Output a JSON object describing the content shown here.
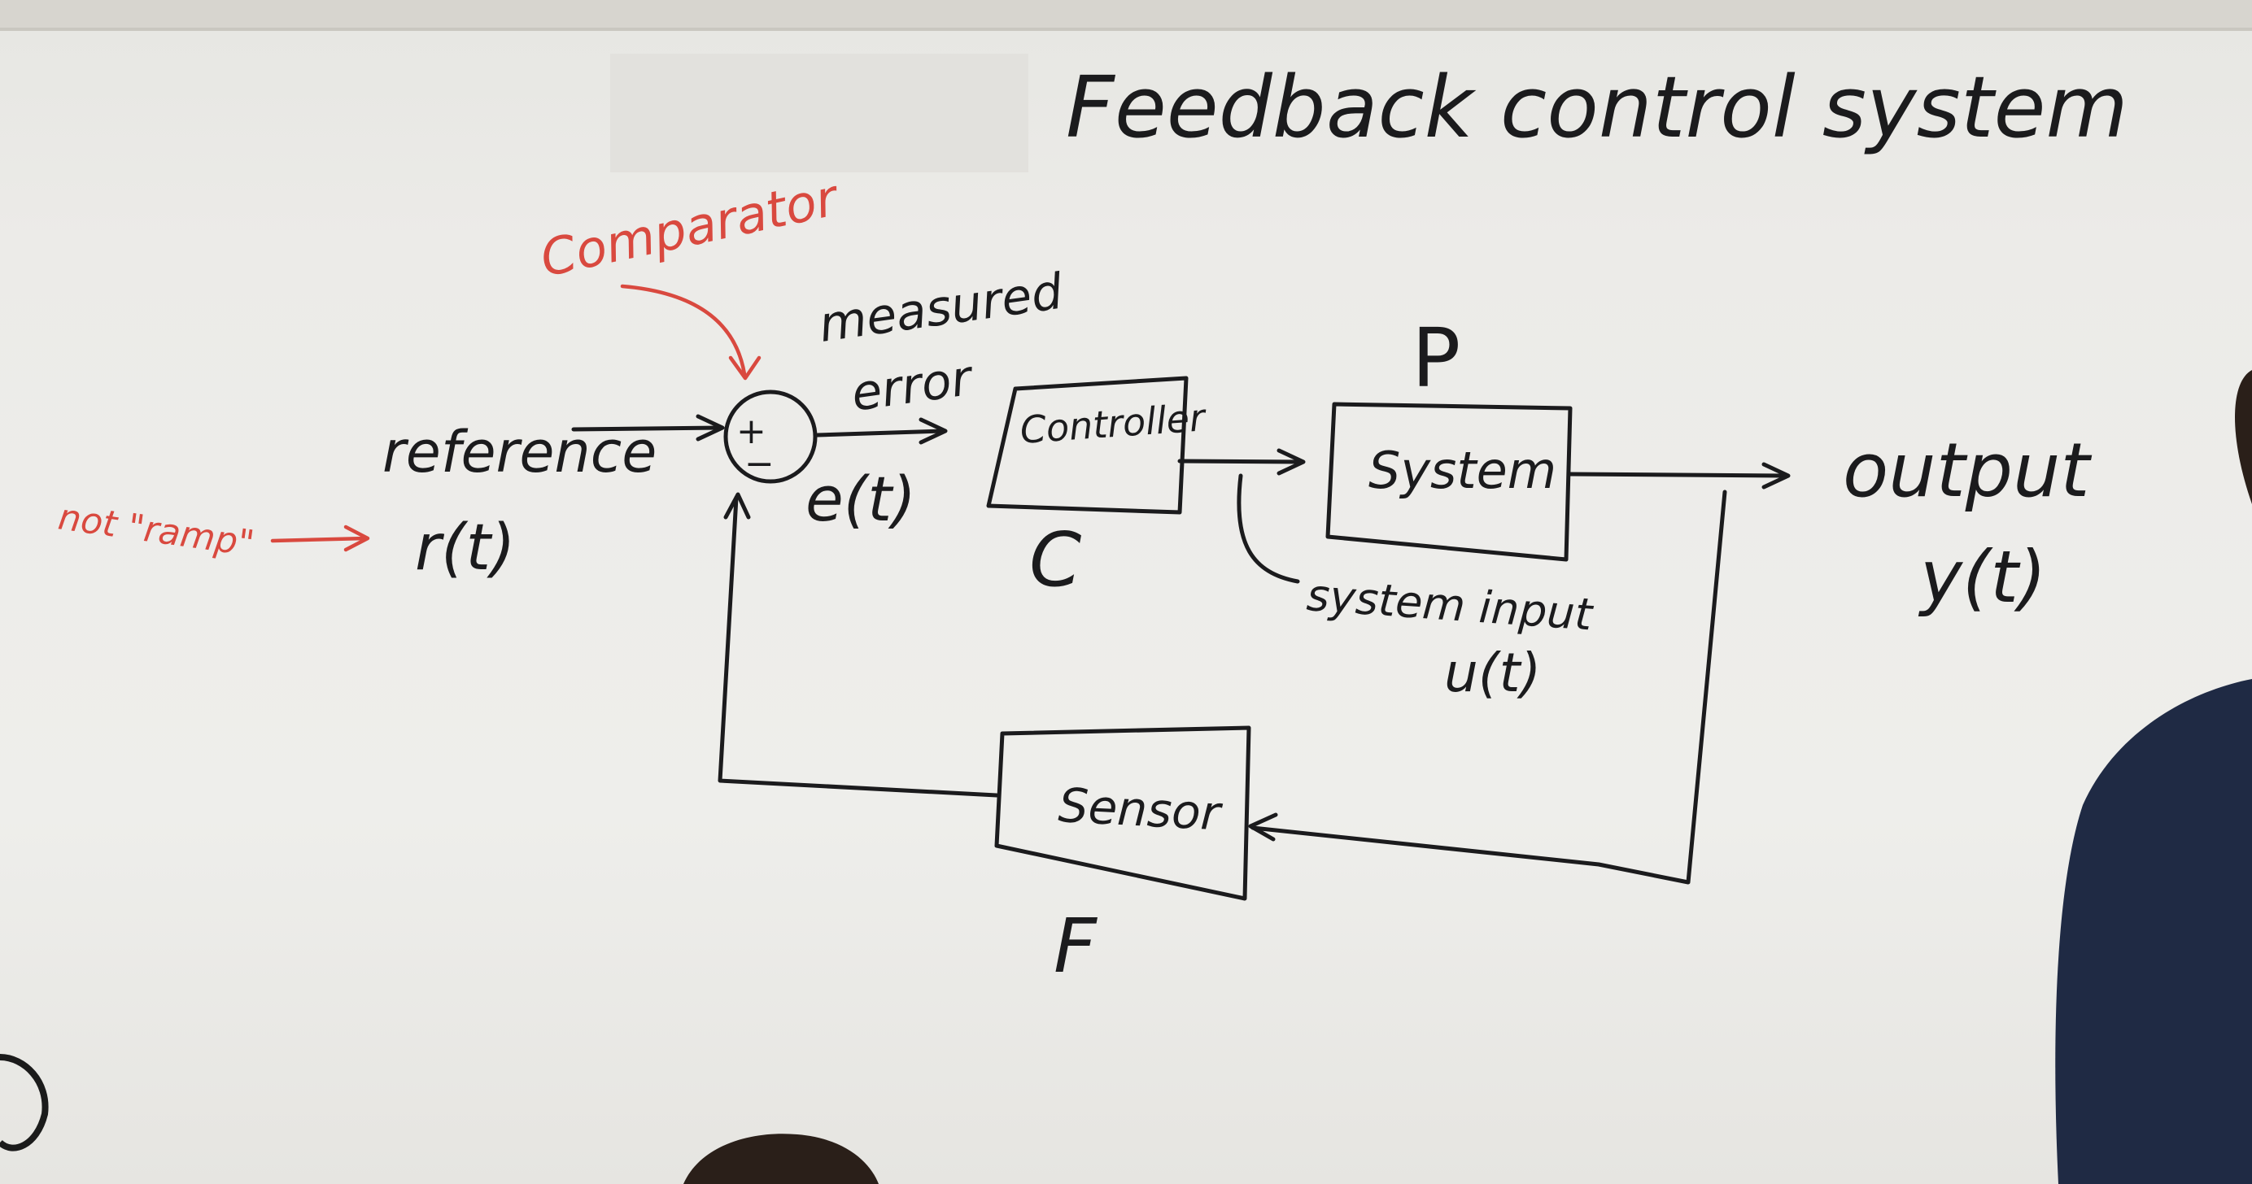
{
  "title": "Feedback control system",
  "annotations": {
    "comparator": "Comparator",
    "not_ramp": "not \"ramp\""
  },
  "signals": {
    "reference": "reference",
    "reference_sym": "r(t)",
    "measured_error": [
      "measured",
      "error"
    ],
    "error_sym": "e(t)",
    "system_input": "system input",
    "system_input_sym": "u(t)",
    "output": "output",
    "output_sym": "y(t)"
  },
  "summing_junction": {
    "plus": "+",
    "minus": "−"
  },
  "blocks": {
    "controller": {
      "label": "Controller",
      "symbol": "C"
    },
    "system": {
      "label": "System",
      "symbol": "P"
    },
    "sensor": {
      "label": "Sensor",
      "symbol": "F"
    }
  },
  "colors": {
    "ink": "#1b1b1d",
    "red_marker": "#d9493f",
    "board": "#ecebe8"
  }
}
